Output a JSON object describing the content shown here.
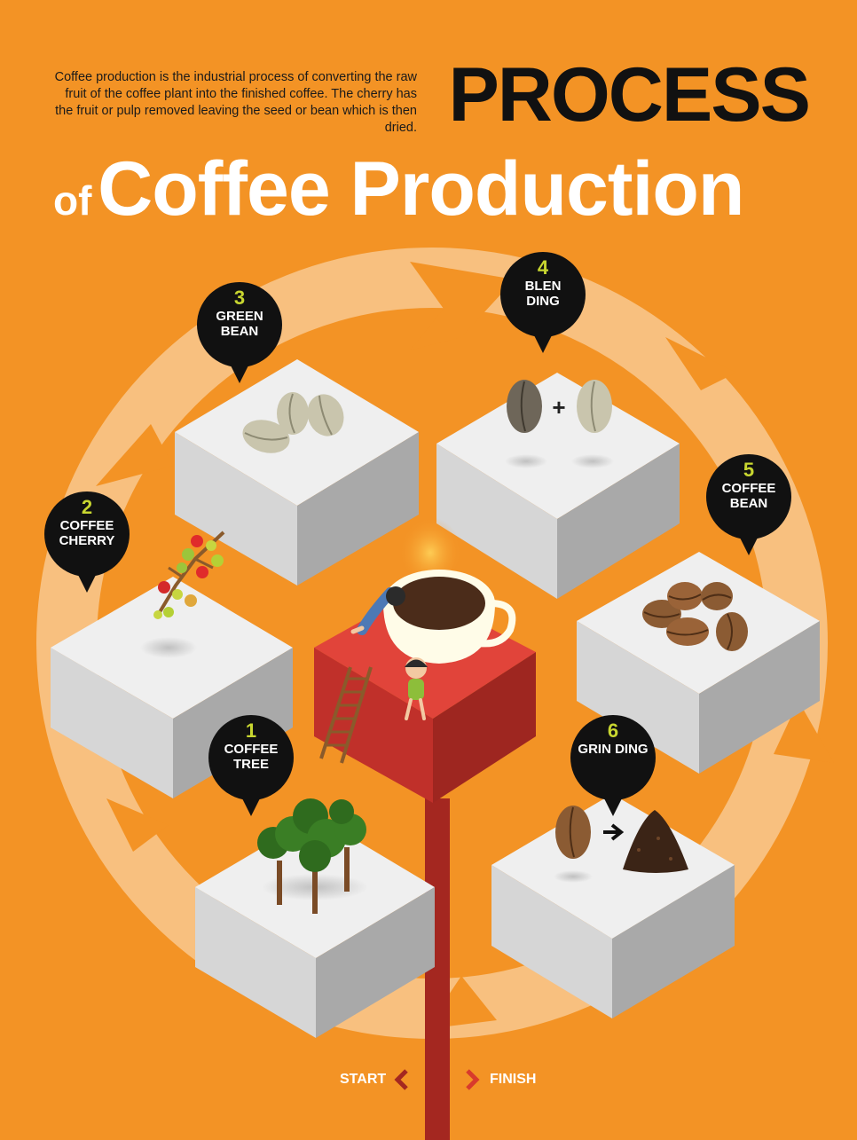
{
  "intro": "Coffee production is the industrial process of converting the raw fruit of the coffee plant into the finished coffee. The cherry has the fruit or pulp removed leaving the seed or bean which is then dried.",
  "title": {
    "line1": "PROCESS",
    "of": "of",
    "line2": "Coffee Production"
  },
  "steps": [
    {
      "num": "1",
      "label": "COFFEE TREE"
    },
    {
      "num": "2",
      "label": "COFFEE CHERRY"
    },
    {
      "num": "3",
      "label": "GREEN BEAN"
    },
    {
      "num": "4",
      "label": "BLEN DING"
    },
    {
      "num": "5",
      "label": "COFFEE BEAN"
    },
    {
      "num": "6",
      "label": "GRIN DING"
    }
  ],
  "nav": {
    "start": "START",
    "finish": "FINISH"
  },
  "colors": {
    "background": "#F39325",
    "ring": "#F8C07F",
    "pin": "#111111",
    "step_number": "#C8D630",
    "center_box": "#C0302A",
    "stem": "#A42720"
  },
  "icons": {
    "step1": "trees-icon",
    "step2": "cherry-branch-icon",
    "step3": "green-beans-icon",
    "step4": "blend-beans-icon",
    "step5": "roasted-beans-icon",
    "step6": "bean-to-grounds-icon",
    "center": "coffee-cup-icon"
  }
}
